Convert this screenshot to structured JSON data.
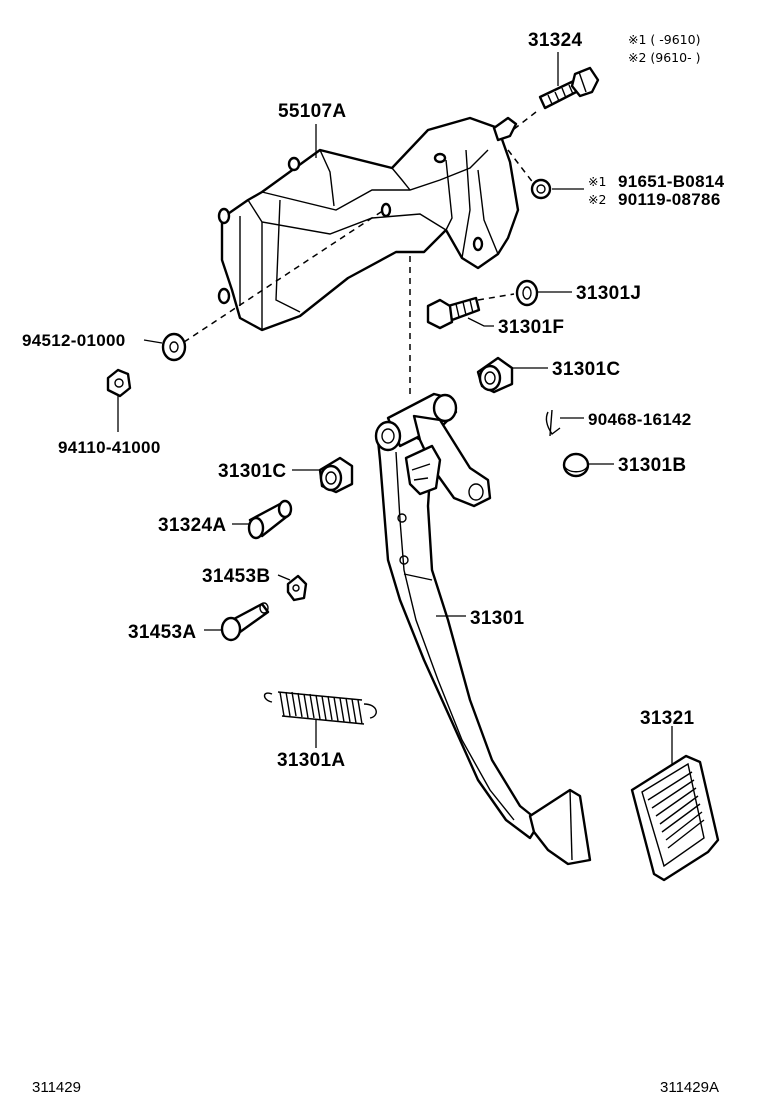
{
  "notes": {
    "note1": "※1 (    -9610)",
    "note2": "※2 (9610-     )"
  },
  "labels": {
    "p31324": "31324",
    "p55107A": "55107A",
    "p91651": "91651-B0814",
    "p90119": "90119-08786",
    "mark1": "※1",
    "mark2": "※2",
    "p31301J": "31301J",
    "p31301F": "31301F",
    "p94512": "94512-01000",
    "p31301C_right": "31301C",
    "p94110": "94110-41000",
    "p90468": "90468-16142",
    "p31301C_left": "31301C",
    "p31301B": "31301B",
    "p31324A": "31324A",
    "p31453B": "31453B",
    "p31301": "31301",
    "p31453A": "31453A",
    "p31321": "31321",
    "p31301A": "31301A"
  },
  "footer": {
    "left_code": "311429",
    "right_code": "311429A"
  },
  "icons": [
    "bolt",
    "washer",
    "nut",
    "bracket",
    "bushing",
    "collar",
    "spring",
    "clip",
    "pin",
    "pedal-arm",
    "pedal-pad",
    "cushion"
  ]
}
